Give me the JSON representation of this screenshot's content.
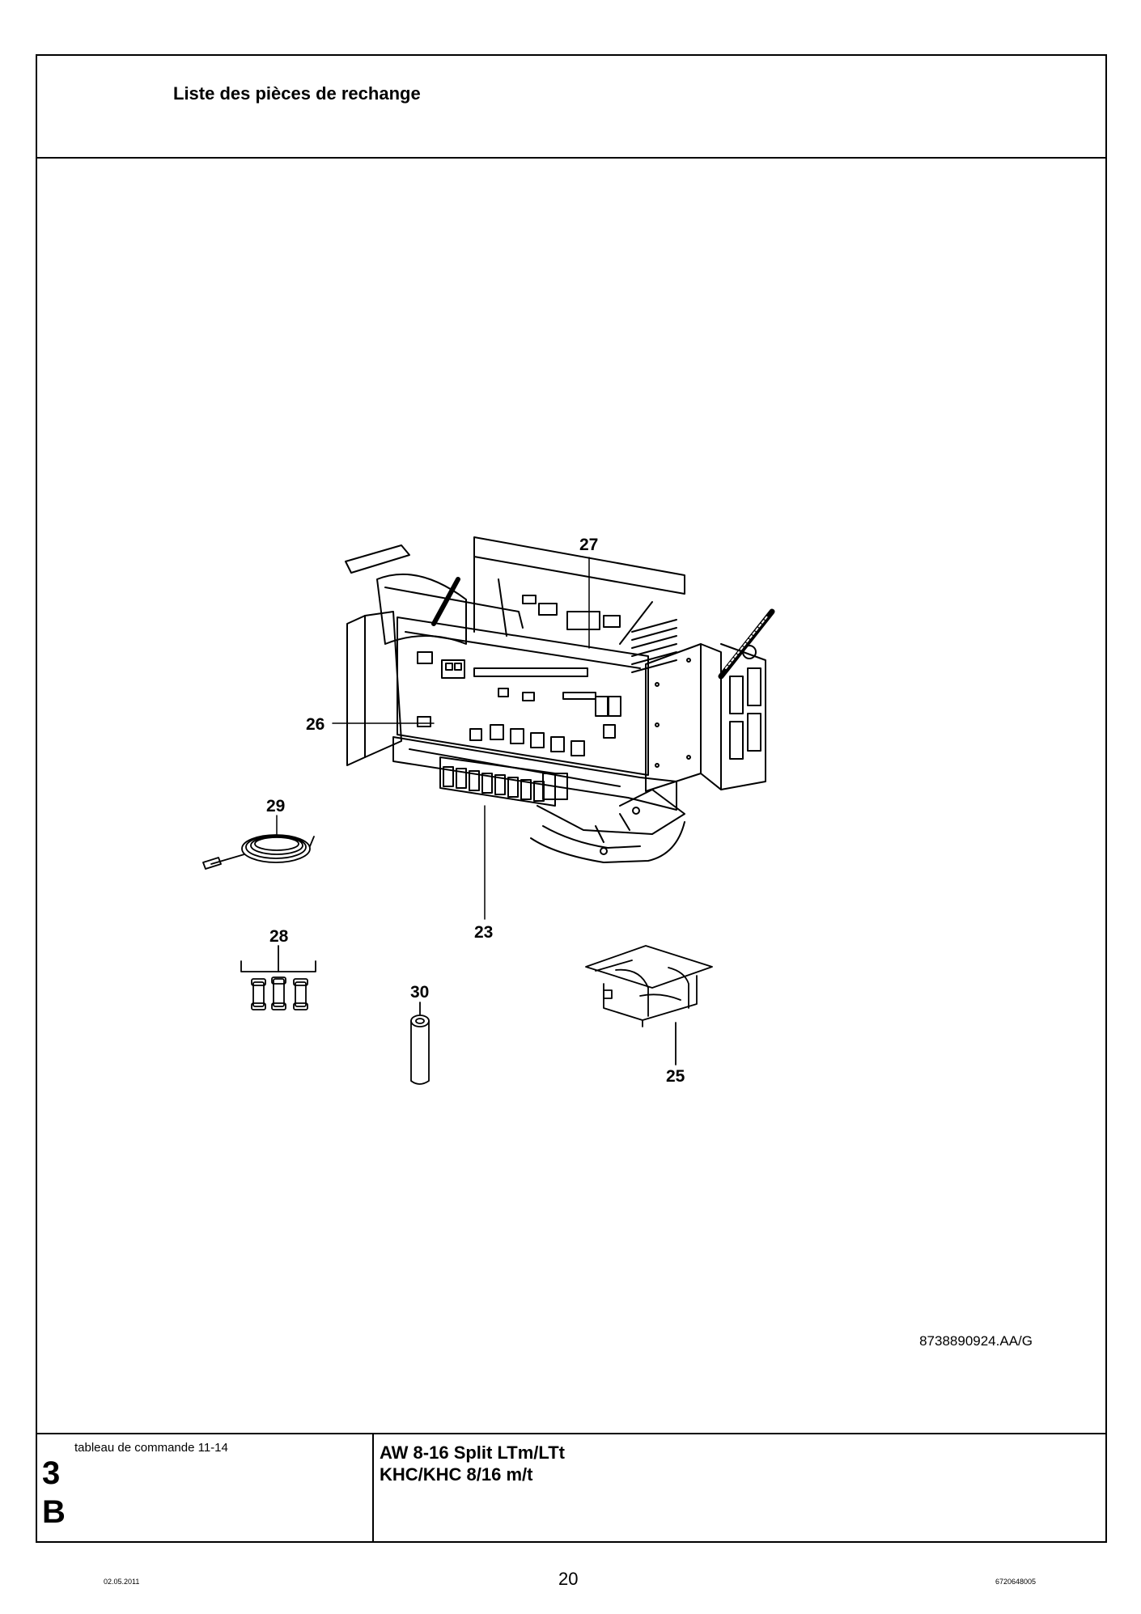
{
  "header": {
    "title": "Liste des pièces de rechange"
  },
  "drawing": {
    "reference": "8738890924.AA/G",
    "callouts": [
      "27",
      "26",
      "29",
      "28",
      "23",
      "30",
      "25"
    ]
  },
  "footer": {
    "section_caption": "tableau de commande 11-14",
    "section_number": "3",
    "section_letter": "B",
    "product_line1": "AW 8-16 Split LTm/LTt",
    "product_line2": "KHC/KHC 8/16 m/t"
  },
  "page": {
    "date": "02.05.2011",
    "number": "20",
    "doc_number": "6720648005"
  }
}
